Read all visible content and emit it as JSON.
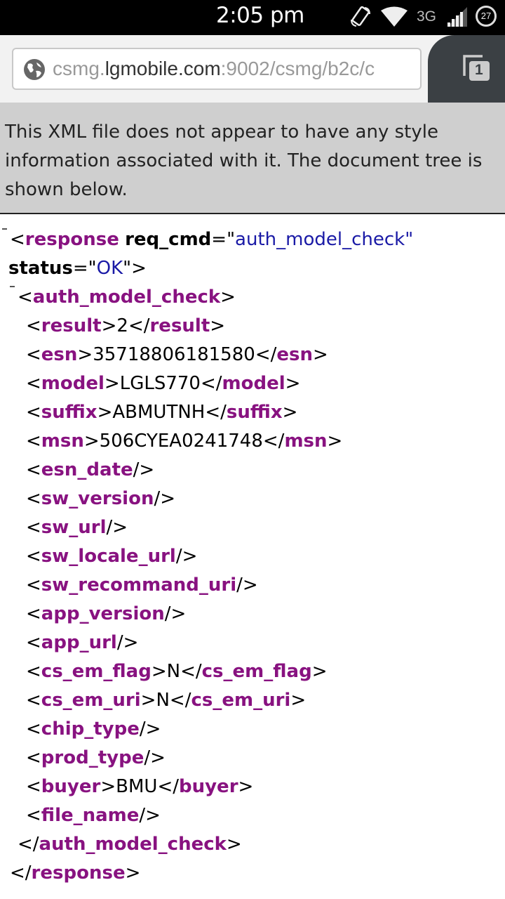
{
  "status_bar": {
    "time": "2:05 pm",
    "network": "3G",
    "battery": "27",
    "icons": [
      "rotate-icon",
      "wifi-icon",
      "signal-icon",
      "battery-icon"
    ]
  },
  "browser": {
    "url_prefix": "csmg.",
    "url_domain": "lgmobile.com",
    "url_rest": ":9002/csmg/b2c/c",
    "tab_count": "1"
  },
  "notice": {
    "text": "This XML file does not appear to have any style information associated with it. The document tree is shown below."
  },
  "xml": {
    "root_tag": "response",
    "root_attrs": [
      {
        "name": "req_cmd",
        "value": "auth_model_check"
      },
      {
        "name": "status",
        "value": "OK"
      }
    ],
    "child_tag": "auth_model_check",
    "elements": [
      {
        "tag": "result",
        "text": "2"
      },
      {
        "tag": "esn",
        "text": "35718806181580"
      },
      {
        "tag": "model",
        "text": "LGLS770"
      },
      {
        "tag": "suffix",
        "text": "ABMUTNH"
      },
      {
        "tag": "msn",
        "text": "506CYEA0241748"
      },
      {
        "tag": "esn_date",
        "text": null
      },
      {
        "tag": "sw_version",
        "text": null
      },
      {
        "tag": "sw_url",
        "text": null
      },
      {
        "tag": "sw_locale_url",
        "text": null
      },
      {
        "tag": "sw_recommand_uri",
        "text": null
      },
      {
        "tag": "app_version",
        "text": null
      },
      {
        "tag": "app_url",
        "text": null
      },
      {
        "tag": "cs_em_flag",
        "text": "N"
      },
      {
        "tag": "cs_em_uri",
        "text": "N"
      },
      {
        "tag": "chip_type",
        "text": null
      },
      {
        "tag": "prod_type",
        "text": null
      },
      {
        "tag": "buyer",
        "text": "BMU"
      },
      {
        "tag": "file_name",
        "text": null
      }
    ]
  }
}
